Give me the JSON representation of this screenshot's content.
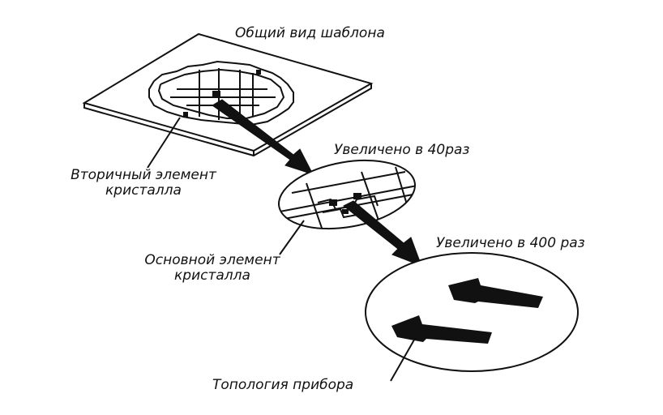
{
  "labels": {
    "overall_view": "Общий вид шаблона",
    "zoom_40": "Увеличено в 40раз",
    "secondary_element_line1": "Вторичный элемент",
    "secondary_element_line2": "кристалла",
    "main_element_line1": "Основной элемент",
    "main_element_line2": "кристалла",
    "zoom_400": "Увеличено в 400 раз",
    "device_topology": "Топология прибора"
  },
  "colors": {
    "ink": "#111111",
    "paper": "#ffffff"
  }
}
